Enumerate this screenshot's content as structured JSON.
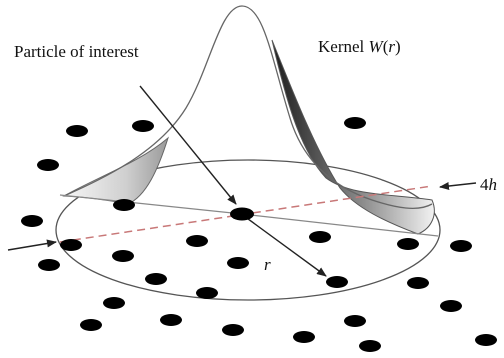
{
  "labels": {
    "particle_of_interest": "Particle of interest",
    "kernel_prefix": "Kernel ",
    "kernel_func": "W",
    "kernel_paren_open": "(",
    "kernel_arg": "r",
    "kernel_paren_close": ")",
    "radius": "r",
    "support_num": "4",
    "support_var": "h"
  },
  "colors": {
    "particle": "#000000",
    "outline": "#555555",
    "dashed_line": "#c87878",
    "arrow": "#222222",
    "shade_dark": "#3a3a3a",
    "shade_light": "#e6e6e6"
  }
}
